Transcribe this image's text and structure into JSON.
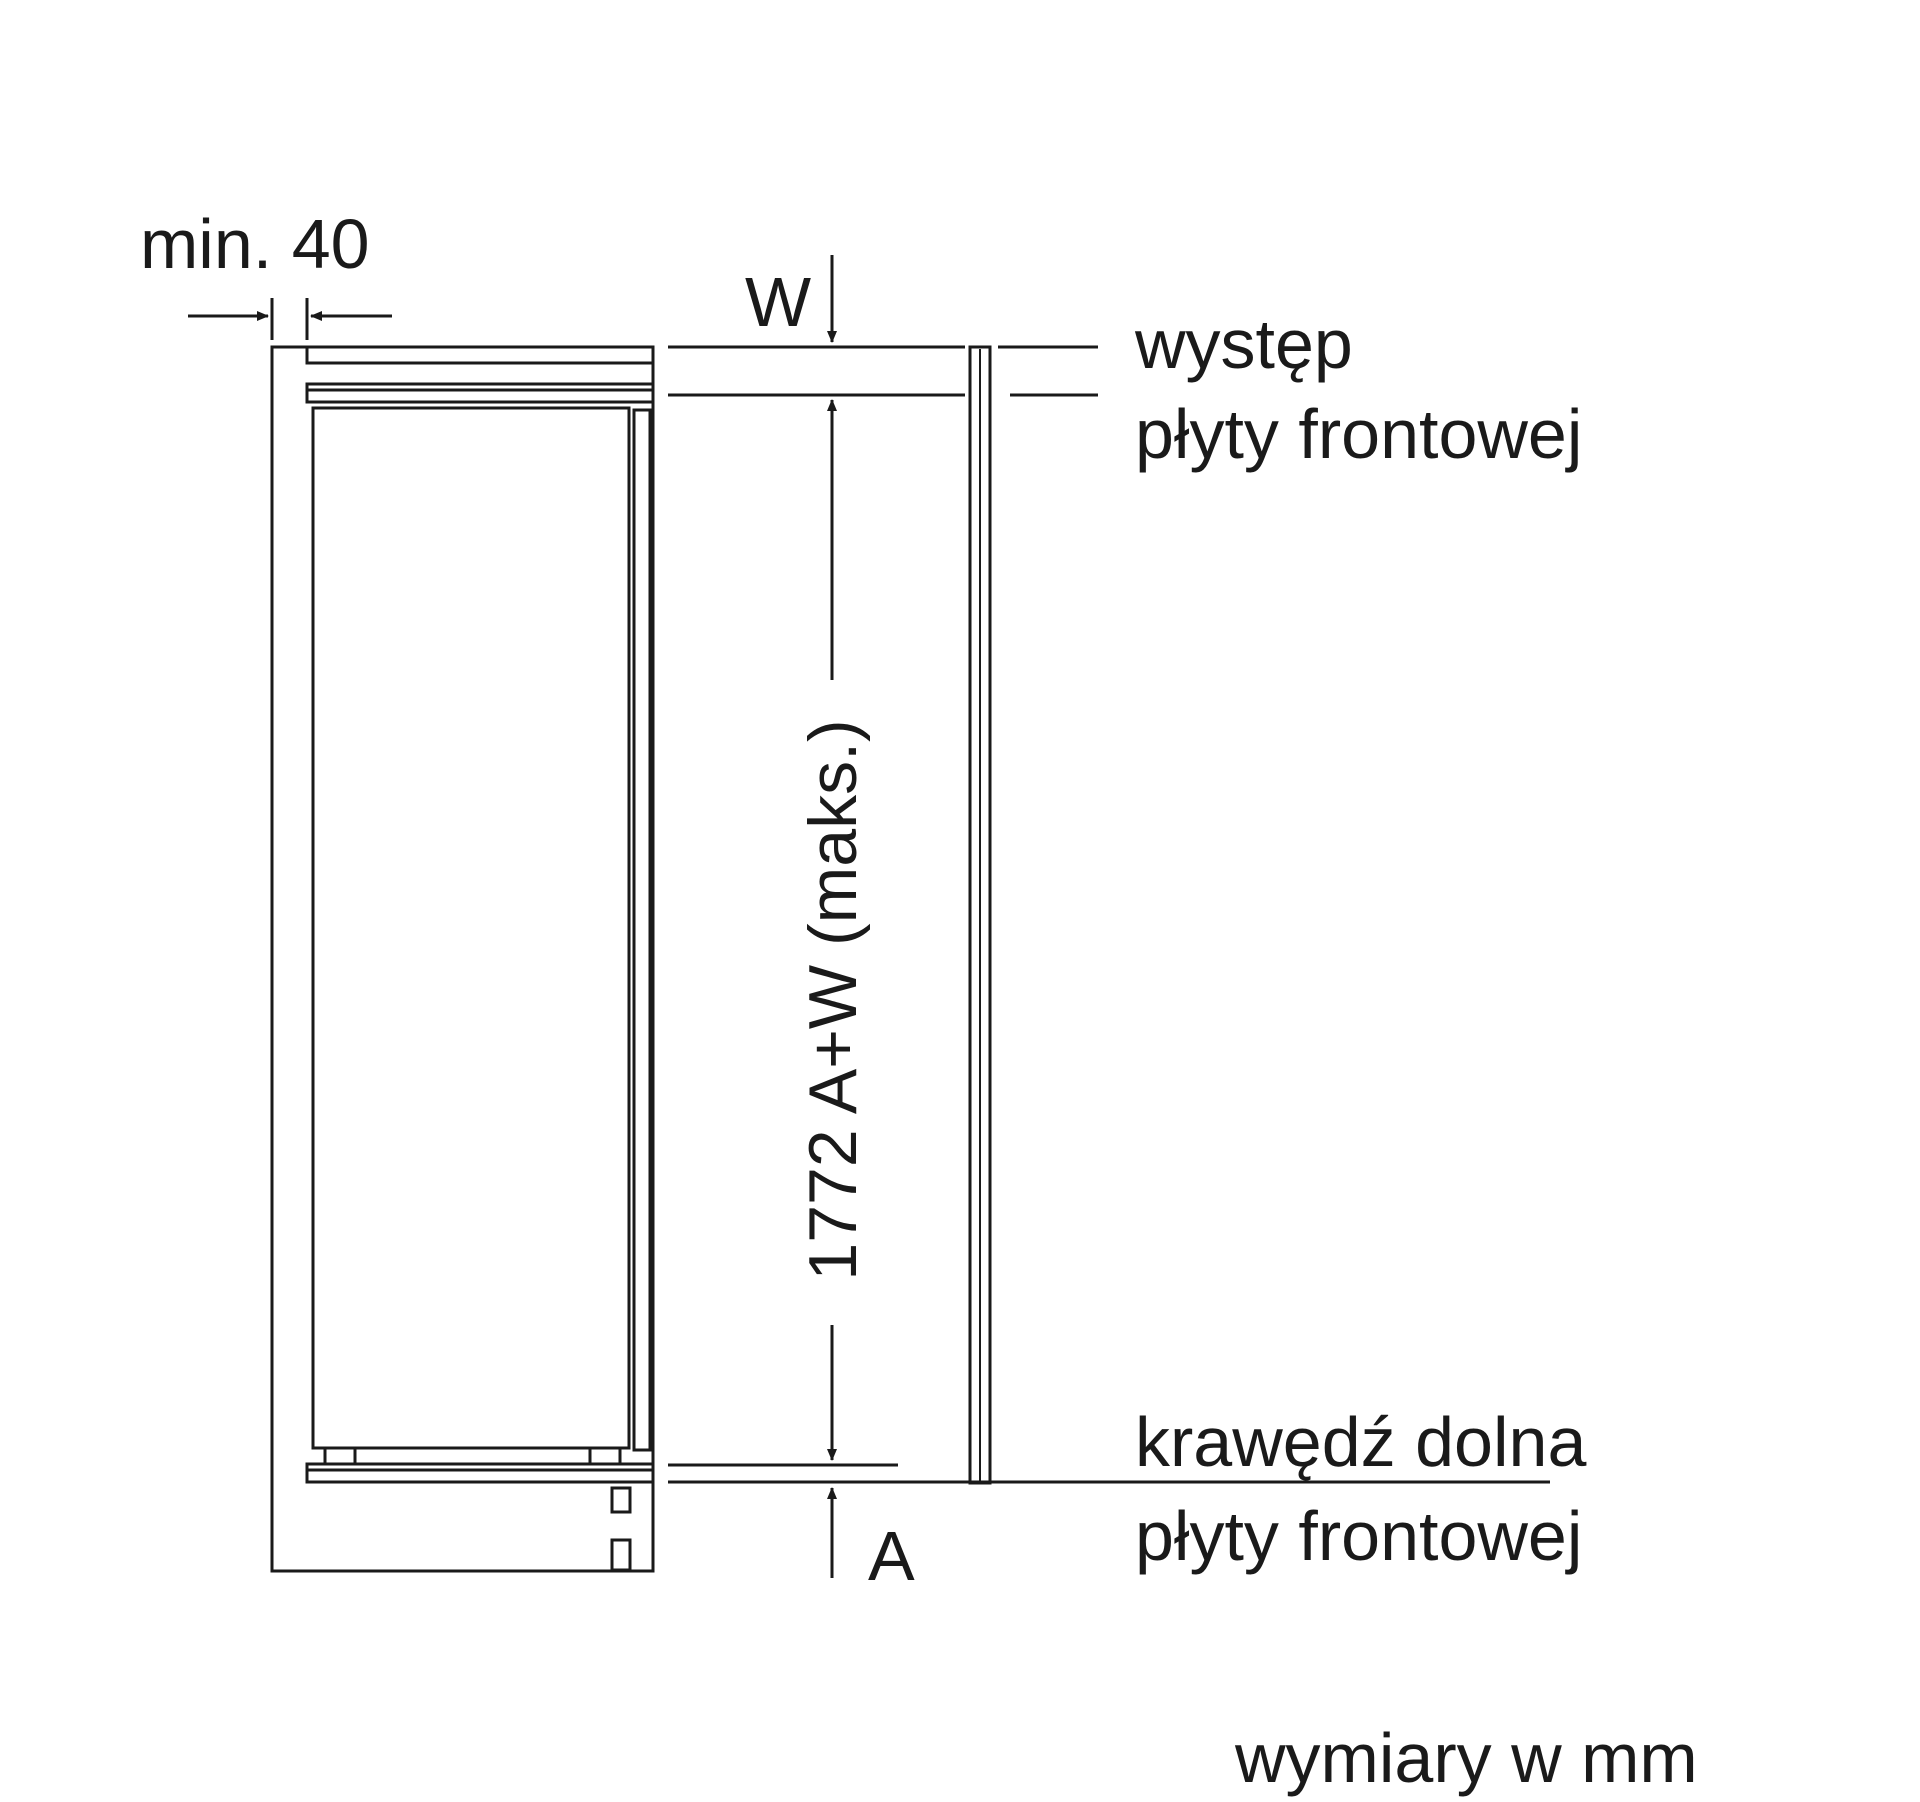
{
  "labels": {
    "min_gap": "min. 40",
    "w_label": "W",
    "a_label": "A",
    "height_dimension": "1772 A+W (maks.)",
    "front_overhang_line1": "występ",
    "front_overhang_line2": "płyty frontowej",
    "bottom_edge_line1": "krawędź dolna",
    "bottom_edge_line2": "płyty frontowej",
    "units_note": "wymiary w mm"
  },
  "colors": {
    "line": "#1a1a1a",
    "background": "#ffffff"
  }
}
